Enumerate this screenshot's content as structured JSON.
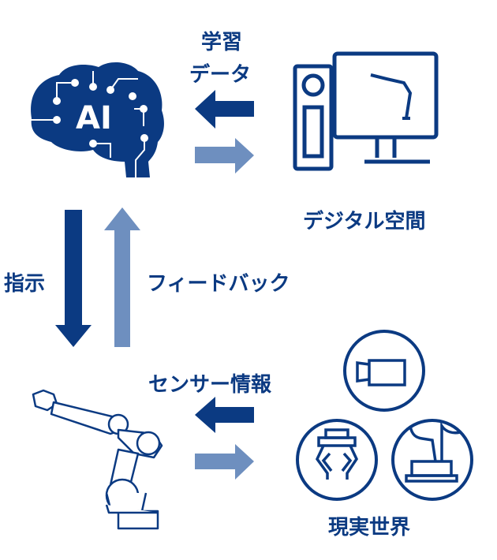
{
  "colors": {
    "dark": "#0b3a82",
    "light": "#6e8fbf"
  },
  "labels": {
    "learning_data_line1": "学習",
    "learning_data_line2": "データ",
    "digital_space": "デジタル空間",
    "instruction": "指示",
    "feedback": "フィードバック",
    "sensor_info": "センサー情報",
    "real_world": "現実世界"
  },
  "brain_logo_text": "AI",
  "icons": [
    "brain-ai-icon",
    "computer-icon",
    "robot-arm-icon",
    "camera-icon",
    "gripper-icon",
    "pointing-hand-icon"
  ]
}
